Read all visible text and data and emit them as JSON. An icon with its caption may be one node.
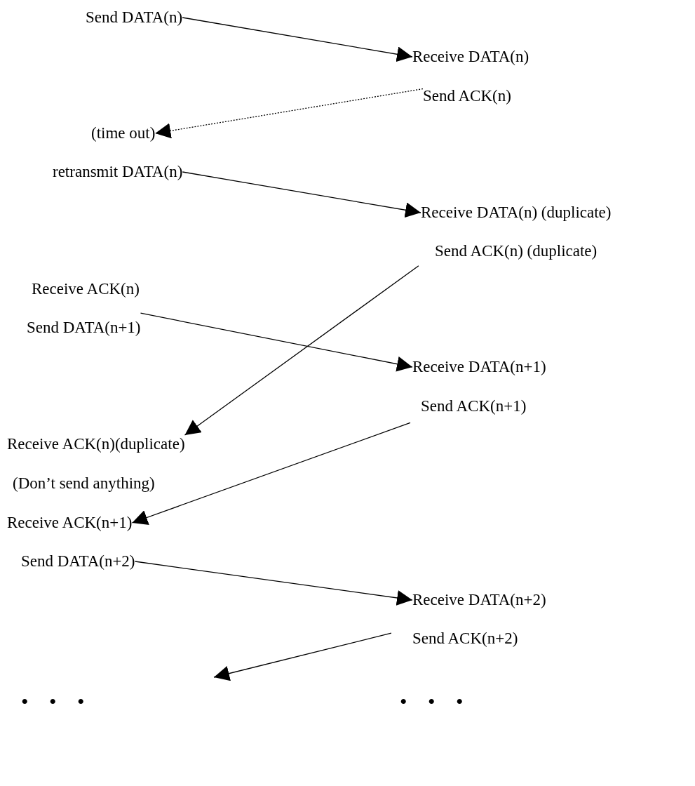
{
  "diagram": {
    "nodes": [
      {
        "text": [
          "Send DATA(n)"
        ]
      },
      {
        "text": [
          "Receive DATA(n)"
        ]
      },
      {
        "text": [
          "Send ACK(n)"
        ]
      },
      {
        "text": [
          "(time out)"
        ]
      },
      {
        "text": [
          "retransmit DATA(n)"
        ]
      },
      {
        "text": [
          "Receive DATA(n) (duplicate)"
        ]
      },
      {
        "text": [
          "Send ACK(n) (duplicate)"
        ]
      },
      {
        "text": [
          "Receive ACK(n)"
        ]
      },
      {
        "text": [
          "Send DATA(n+1)"
        ]
      },
      {
        "text": [
          "Receive DATA(n+1)"
        ]
      },
      {
        "text": [
          "Send ACK(n+1)"
        ]
      },
      {
        "text": [
          "Receive ACK(n)(duplicate)"
        ]
      },
      {
        "text": [
          "(Don’t send anything)"
        ]
      },
      {
        "text": [
          "Receive ACK(n+1)"
        ]
      },
      {
        "text": [
          "Send DATA(n+2)"
        ]
      },
      {
        "text": [
          "Receive DATA(n+2)"
        ]
      },
      {
        "text": [
          "Send ACK(n+2)"
        ]
      }
    ],
    "edges": [
      {
        "from": 0,
        "to": 1,
        "arrow": "to"
      },
      {
        "from": 2,
        "to": 3,
        "arrow": "to",
        "style": "dashed"
      },
      {
        "from": 4,
        "to": 5,
        "arrow": "to"
      },
      {
        "from": 6,
        "to": 11,
        "arrow": "to"
      },
      {
        "from": 8,
        "to": 9,
        "arrow": "to"
      },
      {
        "from": 10,
        "to": 13,
        "arrow": "to"
      },
      {
        "from": 14,
        "to": 15,
        "arrow": "to"
      },
      {
        "from": 16,
        "to": null,
        "arrow": "to"
      }
    ],
    "labels": [
      "• • •",
      "• • •"
    ]
  }
}
